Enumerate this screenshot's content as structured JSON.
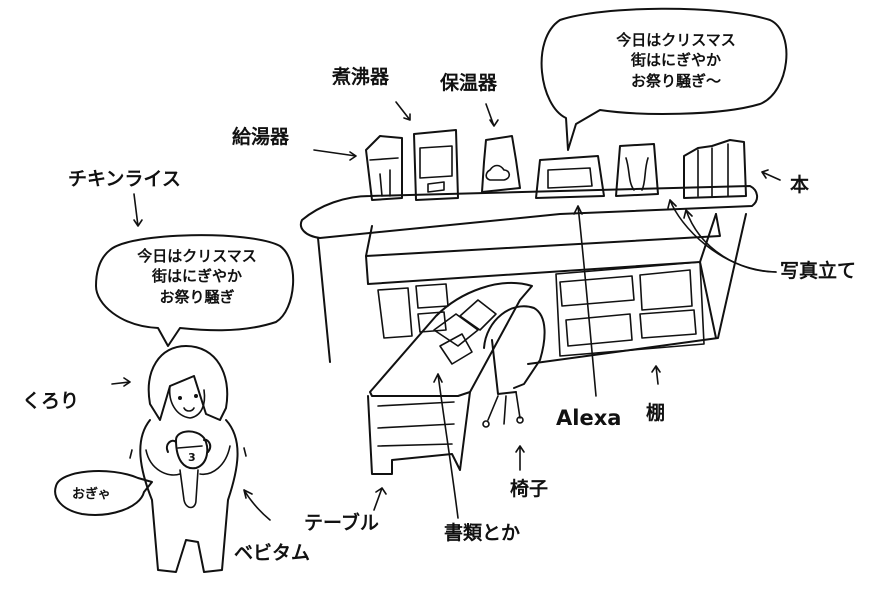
{
  "labels": {
    "kettle": "煮沸器",
    "warmer": "保温器",
    "water_heater": "給湯器",
    "chicken_rice": "チキンライス",
    "book": "本",
    "photo_frame": "写真立て",
    "kurori": "くろり",
    "ogya": "おぎゃ",
    "alexa": "Alexa",
    "shelf": "棚",
    "chair": "椅子",
    "table": "テーブル",
    "beby_tam": "ベビタム",
    "documents": "書類とか"
  },
  "alexa_bubble": {
    "line1": "今日はクリスマス",
    "line2": "街はにぎやか",
    "line3": "お祭り騒ぎ〜"
  },
  "person_bubble": {
    "line1": "今日はクリスマス",
    "line2": "街はにぎやか",
    "line3": "お祭り騒ぎ"
  },
  "baby_number": "3",
  "colors": {
    "ink": "#111111",
    "paper": "#ffffff"
  }
}
